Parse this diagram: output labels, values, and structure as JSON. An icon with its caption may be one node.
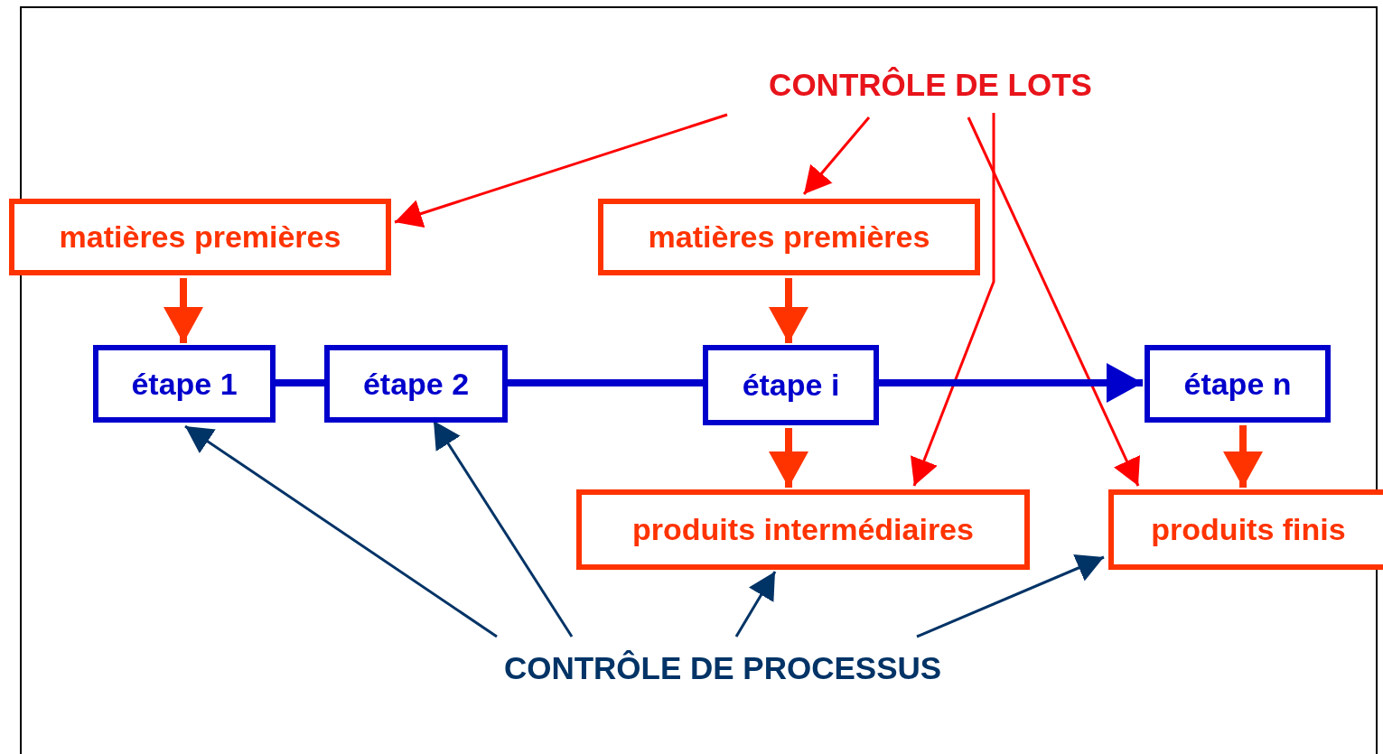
{
  "diagram": {
    "nodes": [
      {
        "text": [
          "CONTRÔLE DE LOTS"
        ]
      },
      {
        "text": [
          "matières premières"
        ]
      },
      {
        "text": [
          "matières premières"
        ]
      },
      {
        "text": [
          "étape 1"
        ]
      },
      {
        "text": [
          "étape 2"
        ]
      },
      {
        "text": [
          "étape i"
        ]
      },
      {
        "text": [
          "étape n"
        ]
      },
      {
        "text": [
          "produits intermédiaires"
        ]
      },
      {
        "text": [
          "produits finis"
        ]
      },
      {
        "text": [
          "CONTRÔLE DE PROCESSUS"
        ]
      }
    ],
    "edges": [
      {
        "from": 0,
        "to": 1,
        "arrow": "to",
        "color": "#ff0000"
      },
      {
        "from": 0,
        "to": 2,
        "arrow": "to",
        "color": "#ff0000"
      },
      {
        "from": 0,
        "to": 7,
        "arrow": "to",
        "color": "#ff0000"
      },
      {
        "from": 0,
        "to": 8,
        "arrow": "to",
        "color": "#ff0000"
      },
      {
        "from": 1,
        "to": 3,
        "arrow": "to",
        "style": "thick",
        "color": "#ff3300"
      },
      {
        "from": 2,
        "to": 5,
        "arrow": "to",
        "style": "thick",
        "color": "#ff3300"
      },
      {
        "from": 3,
        "to": 4,
        "arrow": "none",
        "style": "thick",
        "color": "#0000cc"
      },
      {
        "from": 4,
        "to": 5,
        "arrow": "none",
        "style": "thick",
        "color": "#0000cc"
      },
      {
        "from": 5,
        "to": 6,
        "arrow": "to",
        "style": "thick",
        "color": "#0000cc"
      },
      {
        "from": 5,
        "to": 7,
        "arrow": "to",
        "style": "thick",
        "color": "#ff3300"
      },
      {
        "from": 6,
        "to": 8,
        "arrow": "to",
        "style": "thick",
        "color": "#ff3300"
      },
      {
        "from": 9,
        "to": 3,
        "arrow": "to",
        "color": "#003366"
      },
      {
        "from": 9,
        "to": 4,
        "arrow": "to",
        "color": "#003366"
      },
      {
        "from": 9,
        "to": 7,
        "arrow": "to",
        "color": "#003366"
      },
      {
        "from": 9,
        "to": 8,
        "arrow": "to",
        "color": "#003366"
      }
    ]
  }
}
